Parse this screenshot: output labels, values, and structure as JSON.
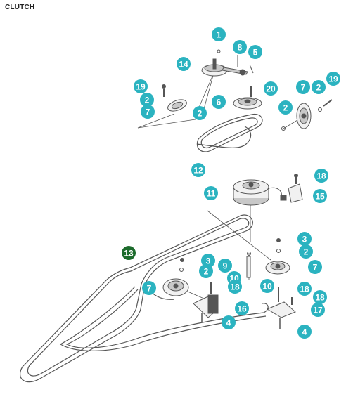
{
  "title": "CLUTCH",
  "colors": {
    "callout": "#2bb3c0",
    "callout_highlight": "#1c6b2c",
    "callout_text": "#ffffff",
    "line": "#555555",
    "part_fill": "#f1f1f1",
    "part_shade": "#c8c8c8",
    "part_dark": "#555555"
  },
  "parts": [
    {
      "id": "p1",
      "number": "1"
    },
    {
      "id": "p8",
      "number": "8"
    },
    {
      "id": "p5",
      "number": "5"
    },
    {
      "id": "p14",
      "number": "14"
    },
    {
      "id": "p19a",
      "number": "19"
    },
    {
      "id": "p2a",
      "number": "2"
    },
    {
      "id": "p7a",
      "number": "7"
    },
    {
      "id": "p2b",
      "number": "2"
    },
    {
      "id": "p6",
      "number": "6"
    },
    {
      "id": "p20",
      "number": "20"
    },
    {
      "id": "p7b",
      "number": "7"
    },
    {
      "id": "p2c",
      "number": "2"
    },
    {
      "id": "p19b",
      "number": "19"
    },
    {
      "id": "p2d",
      "number": "2"
    },
    {
      "id": "p12",
      "number": "12"
    },
    {
      "id": "p18a",
      "number": "18"
    },
    {
      "id": "p11",
      "number": "11"
    },
    {
      "id": "p15",
      "number": "15"
    },
    {
      "id": "p13",
      "number": "13",
      "highlight": true
    },
    {
      "id": "p3a",
      "number": "3"
    },
    {
      "id": "p2e",
      "number": "2"
    },
    {
      "id": "p10a",
      "number": "10"
    },
    {
      "id": "p9",
      "number": "9"
    },
    {
      "id": "p3b",
      "number": "3"
    },
    {
      "id": "p2f",
      "number": "2"
    },
    {
      "id": "p7c",
      "number": "7"
    },
    {
      "id": "p7d",
      "number": "7"
    },
    {
      "id": "p18b",
      "number": "18"
    },
    {
      "id": "p10b",
      "number": "10"
    },
    {
      "id": "p18c",
      "number": "18"
    },
    {
      "id": "p18d",
      "number": "18"
    },
    {
      "id": "p16",
      "number": "16"
    },
    {
      "id": "p17",
      "number": "17"
    },
    {
      "id": "p4a",
      "number": "4"
    },
    {
      "id": "p4b",
      "number": "4"
    }
  ]
}
